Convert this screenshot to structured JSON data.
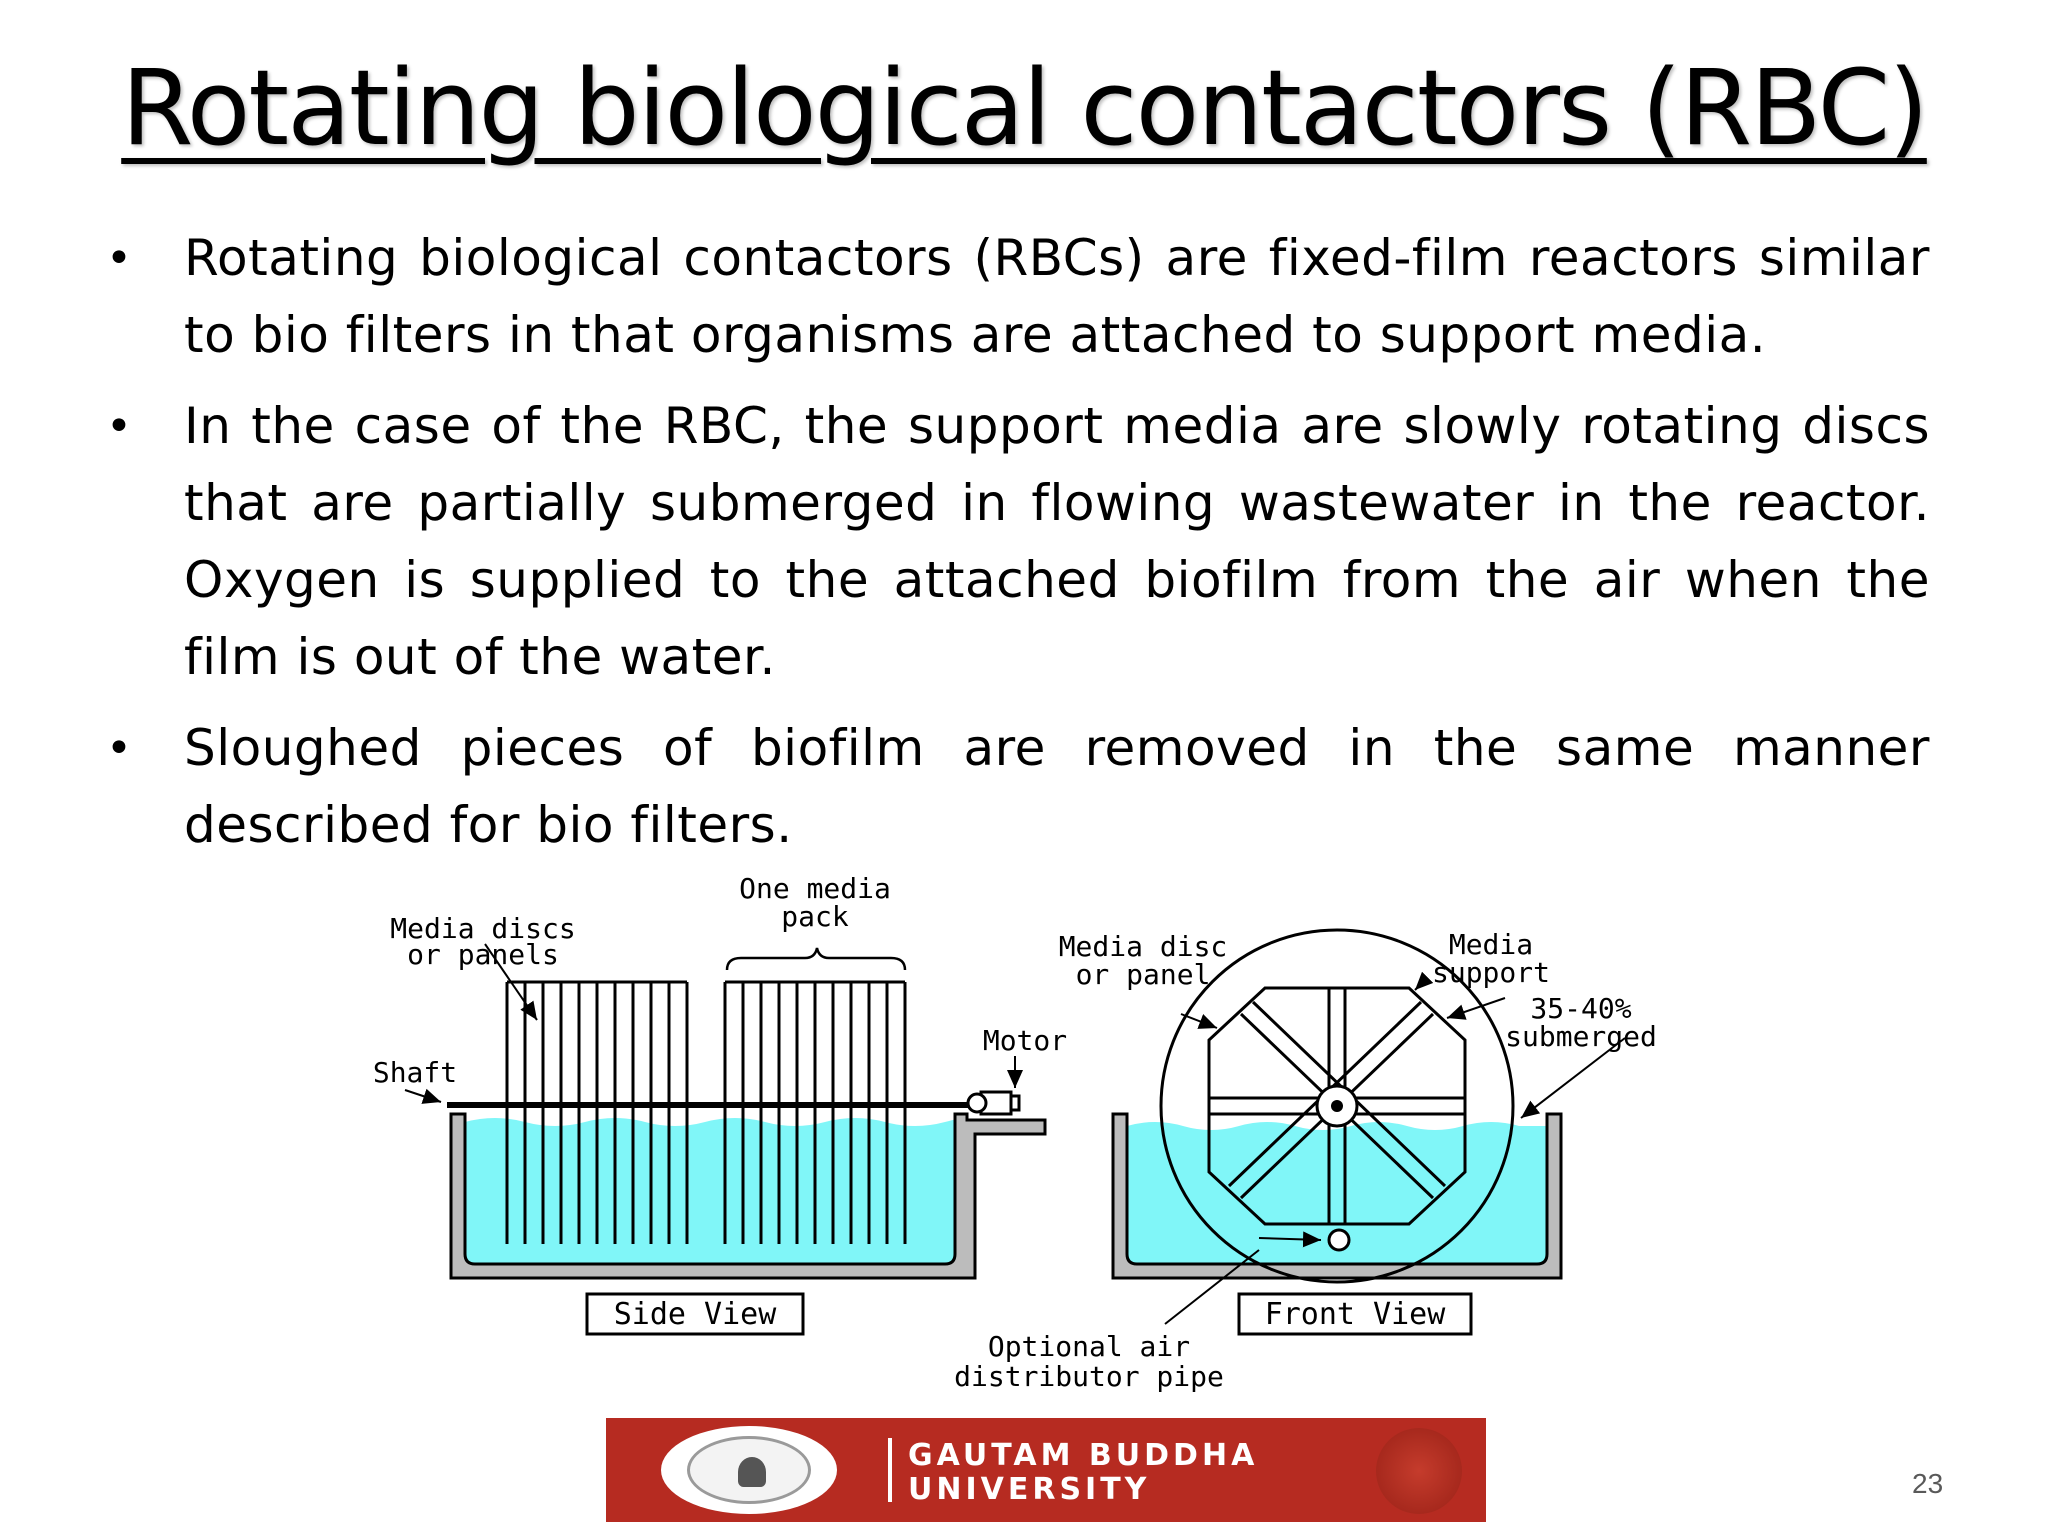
{
  "slide": {
    "title": "Rotating biological contactors (RBC)",
    "page_number": "23"
  },
  "bullets": [
    {
      "marker": "•",
      "text": "Rotating biological contactors (RBCs) are fixed-film reactors similar to bio filters in that organisms are attached to support media."
    },
    {
      "marker": "•",
      "text": "In the case of the RBC, the support media are slowly rotating discs that are partially submerged in flowing wastewater in the reactor. Oxygen is supplied to the attached biofilm from the air when the film is out of the water."
    },
    {
      "marker": "•",
      "text": "Sloughed pieces of biofilm are removed in the same manner described for bio filters."
    }
  ],
  "figure": {
    "side_view": {
      "media_discs_line1": "Media discs",
      "media_discs_line2": "or panels",
      "media_pack_line1": "One media",
      "media_pack_line2": "pack",
      "shaft": "Shaft",
      "motor": "Motor",
      "caption": "Side View"
    },
    "front_view": {
      "media_disc_line1": "Media disc",
      "media_disc_line2": "or panel",
      "media_support_line1": "Media",
      "media_support_line2": "support",
      "submerged_line1": "35-40%",
      "submerged_line2": "submerged",
      "caption": "Front View"
    },
    "air_pipe_line1": "Optional air",
    "air_pipe_line2": "distributor pipe",
    "colors": {
      "water": "#80f6f8",
      "tank": "#bcbcbc"
    }
  },
  "banner": {
    "line1": "GAUTAM BUDDHA",
    "line2": "UNIVERSITY",
    "logo": "university-seal",
    "color": "#b62b21"
  }
}
